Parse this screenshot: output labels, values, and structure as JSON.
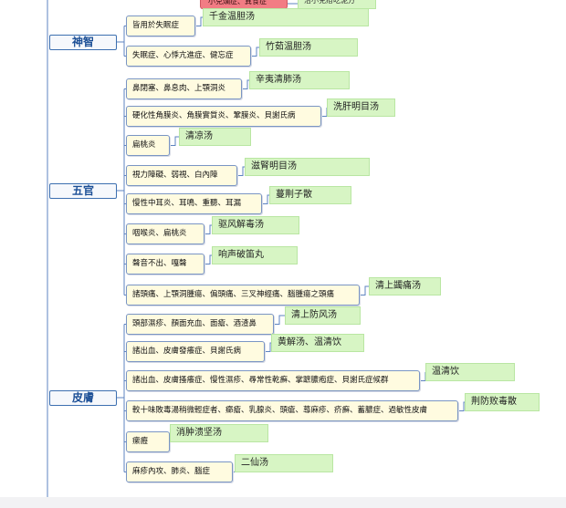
{
  "top_cutoff": {
    "symptom": "小兒爛症、異食症",
    "remedy": "治小兒疳吃泥方"
  },
  "categories": [
    {
      "label": "神智",
      "items": [
        {
          "symptom": "皆用於失眠症",
          "remedy": "千金温胆汤"
        },
        {
          "symptom": "失眠症、心悸亢進症、健忘症",
          "remedy": "竹茹温胆汤"
        }
      ]
    },
    {
      "label": "五官",
      "items": [
        {
          "symptom": "鼻閉塞、鼻息肉、上顎洞炎",
          "remedy": "辛夷清肺汤"
        },
        {
          "symptom": "硬化性角膜炎、角膜實質炎、鞏膜炎、貝謝氏病",
          "remedy": "洗肝明目汤"
        },
        {
          "symptom": "扁桃炎",
          "remedy": "清凉汤"
        },
        {
          "symptom": "視力障礙、弱視、白內障",
          "remedy": "滋腎明目汤"
        },
        {
          "symptom": "慢性中耳炎、耳鳴、重聽、耳漏",
          "remedy": "蔓荆子散"
        },
        {
          "symptom": "咽喉炎、扁桃炎",
          "remedy": "驱风解毒汤"
        },
        {
          "symptom": "聲音不出、嘎聲",
          "remedy": "响声破笛丸"
        },
        {
          "symptom": "諸頭痛、上顎洞腫瘍、偏頭痛、三叉神經痛、腦腫瘍之頭痛",
          "remedy": "清上蠲痛汤"
        }
      ]
    },
    {
      "label": "皮膚",
      "items": [
        {
          "symptom": "頭部濕疹、顏面充血、面瘡、酒渣鼻",
          "remedy": "清上防风汤"
        },
        {
          "symptom": "諸出血、皮膚發癢症、貝謝氏病",
          "remedy": "黄解汤、温清饮"
        },
        {
          "symptom": "諸出血、皮膚搔癢症、慢性濕疹、尋常性乾癬、掌蹠膿疱症、貝謝氏症候群",
          "remedy": "温清饮"
        },
        {
          "symptom": "較十味敗毒湯稍微輕症者、癤瘡、乳腺炎、頭瘡、蕁麻疹、疥癬、蓄膿症、過敏性皮膚",
          "remedy": "荆防败毒散"
        },
        {
          "symptom": "瘰癧",
          "remedy": "消肿溃坚汤"
        },
        {
          "symptom": "麻疹內攻、肺炎、腦症",
          "remedy": "二仙汤"
        }
      ]
    }
  ],
  "colors": {
    "connector": "#5d83c0",
    "category_border": "#3c6fb0",
    "symptom_fill": "#fffbe0",
    "remedy_fill": "#d7f5c4",
    "top_symptom_fill": "#f27c84"
  }
}
